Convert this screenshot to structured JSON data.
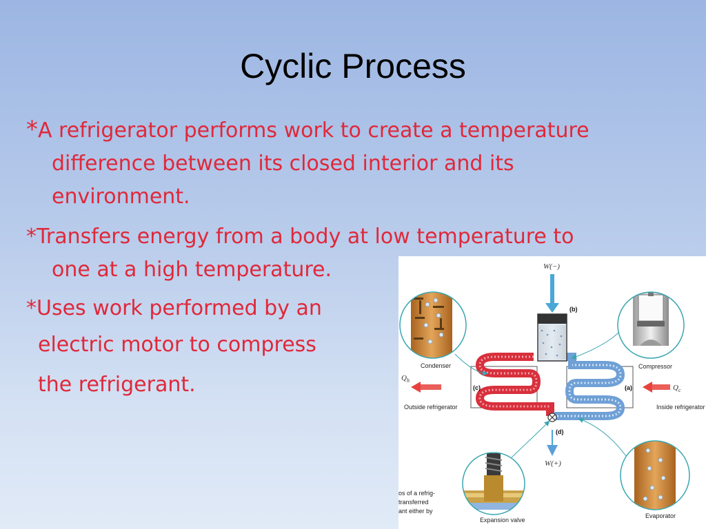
{
  "slide": {
    "title": "Cyclic Process",
    "bullets": [
      {
        "marker": "*",
        "lines": [
          "A refrigerator performs work to create a temperature",
          "difference between its closed interior and its",
          "environment."
        ]
      },
      {
        "marker": "*",
        "lines": [
          "Transfers energy from a body at low temperature to",
          "one at a high temperature."
        ]
      },
      {
        "marker": "*",
        "lines": [
          "Uses work performed by an",
          "electric motor to compress",
          "the refrigerant."
        ]
      }
    ]
  },
  "figure": {
    "labels": {
      "work_in": "W(−)",
      "work_out": "W(+)",
      "b": "(b)",
      "c": "(c)",
      "a": "(a)",
      "d": "(d)",
      "condenser": "Condenser",
      "compressor": "Compressor",
      "outside": "Outside refrigerator",
      "inside": "Inside refrigerator",
      "qh": "Q",
      "qh_sub": "h",
      "qc": "Q",
      "qc_sub": "c",
      "expansion_valve": "Expansion valve",
      "evaporator": "Evaporator",
      "caption_lines": [
        "os of a refrig-",
        "transferred",
        "ant either by"
      ]
    },
    "colors": {
      "hot": "#d8303c",
      "cold": "#6fa0d6",
      "circle": "#3aa6b0",
      "arrow": "#e8423c"
    }
  }
}
